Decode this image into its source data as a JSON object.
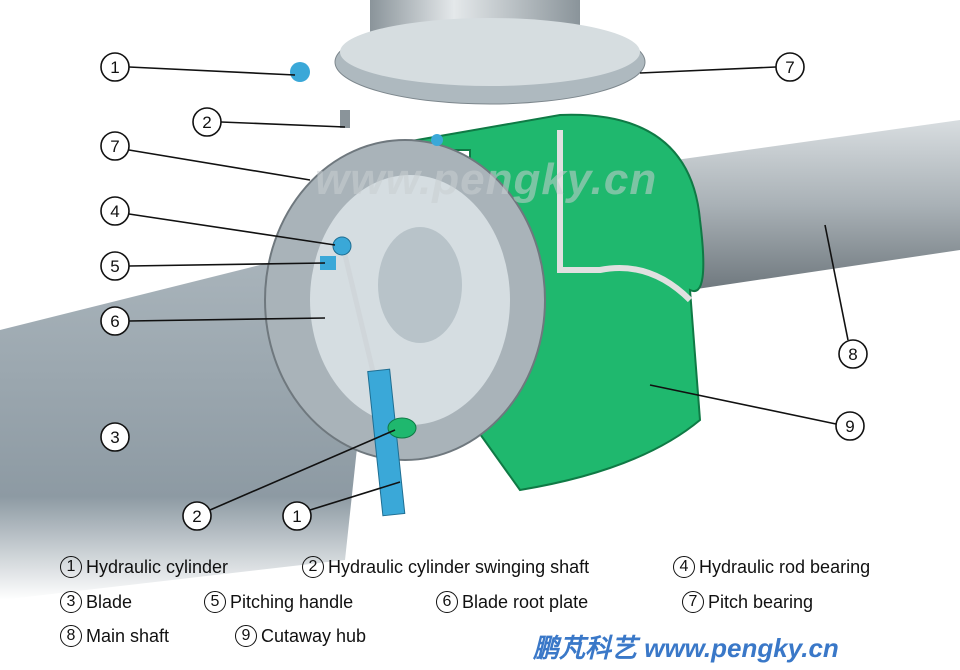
{
  "watermark": "www.pengky.cn",
  "brand": "鹏芃科艺 www.pengky.cn",
  "colors": {
    "hub": "#1fb86e",
    "cylinder": "#3aa8d8",
    "metal": "#b8c4cc",
    "brand": "#3a78c8"
  },
  "callouts": [
    "1",
    "2",
    "7",
    "4",
    "5",
    "6",
    "3",
    "2",
    "1",
    "7",
    "8",
    "9"
  ],
  "legend": [
    {
      "num": "1",
      "label": "Hydraulic cylinder"
    },
    {
      "num": "2",
      "label": "Hydraulic cylinder swinging shaft"
    },
    {
      "num": "4",
      "label": "Hydraulic rod bearing"
    },
    {
      "num": "3",
      "label": "Blade"
    },
    {
      "num": "5",
      "label": "Pitching handle"
    },
    {
      "num": "6",
      "label": "Blade root plate"
    },
    {
      "num": "7",
      "label": "Pitch bearing"
    },
    {
      "num": "8",
      "label": "Main shaft"
    },
    {
      "num": "9",
      "label": "Cutaway hub"
    }
  ]
}
